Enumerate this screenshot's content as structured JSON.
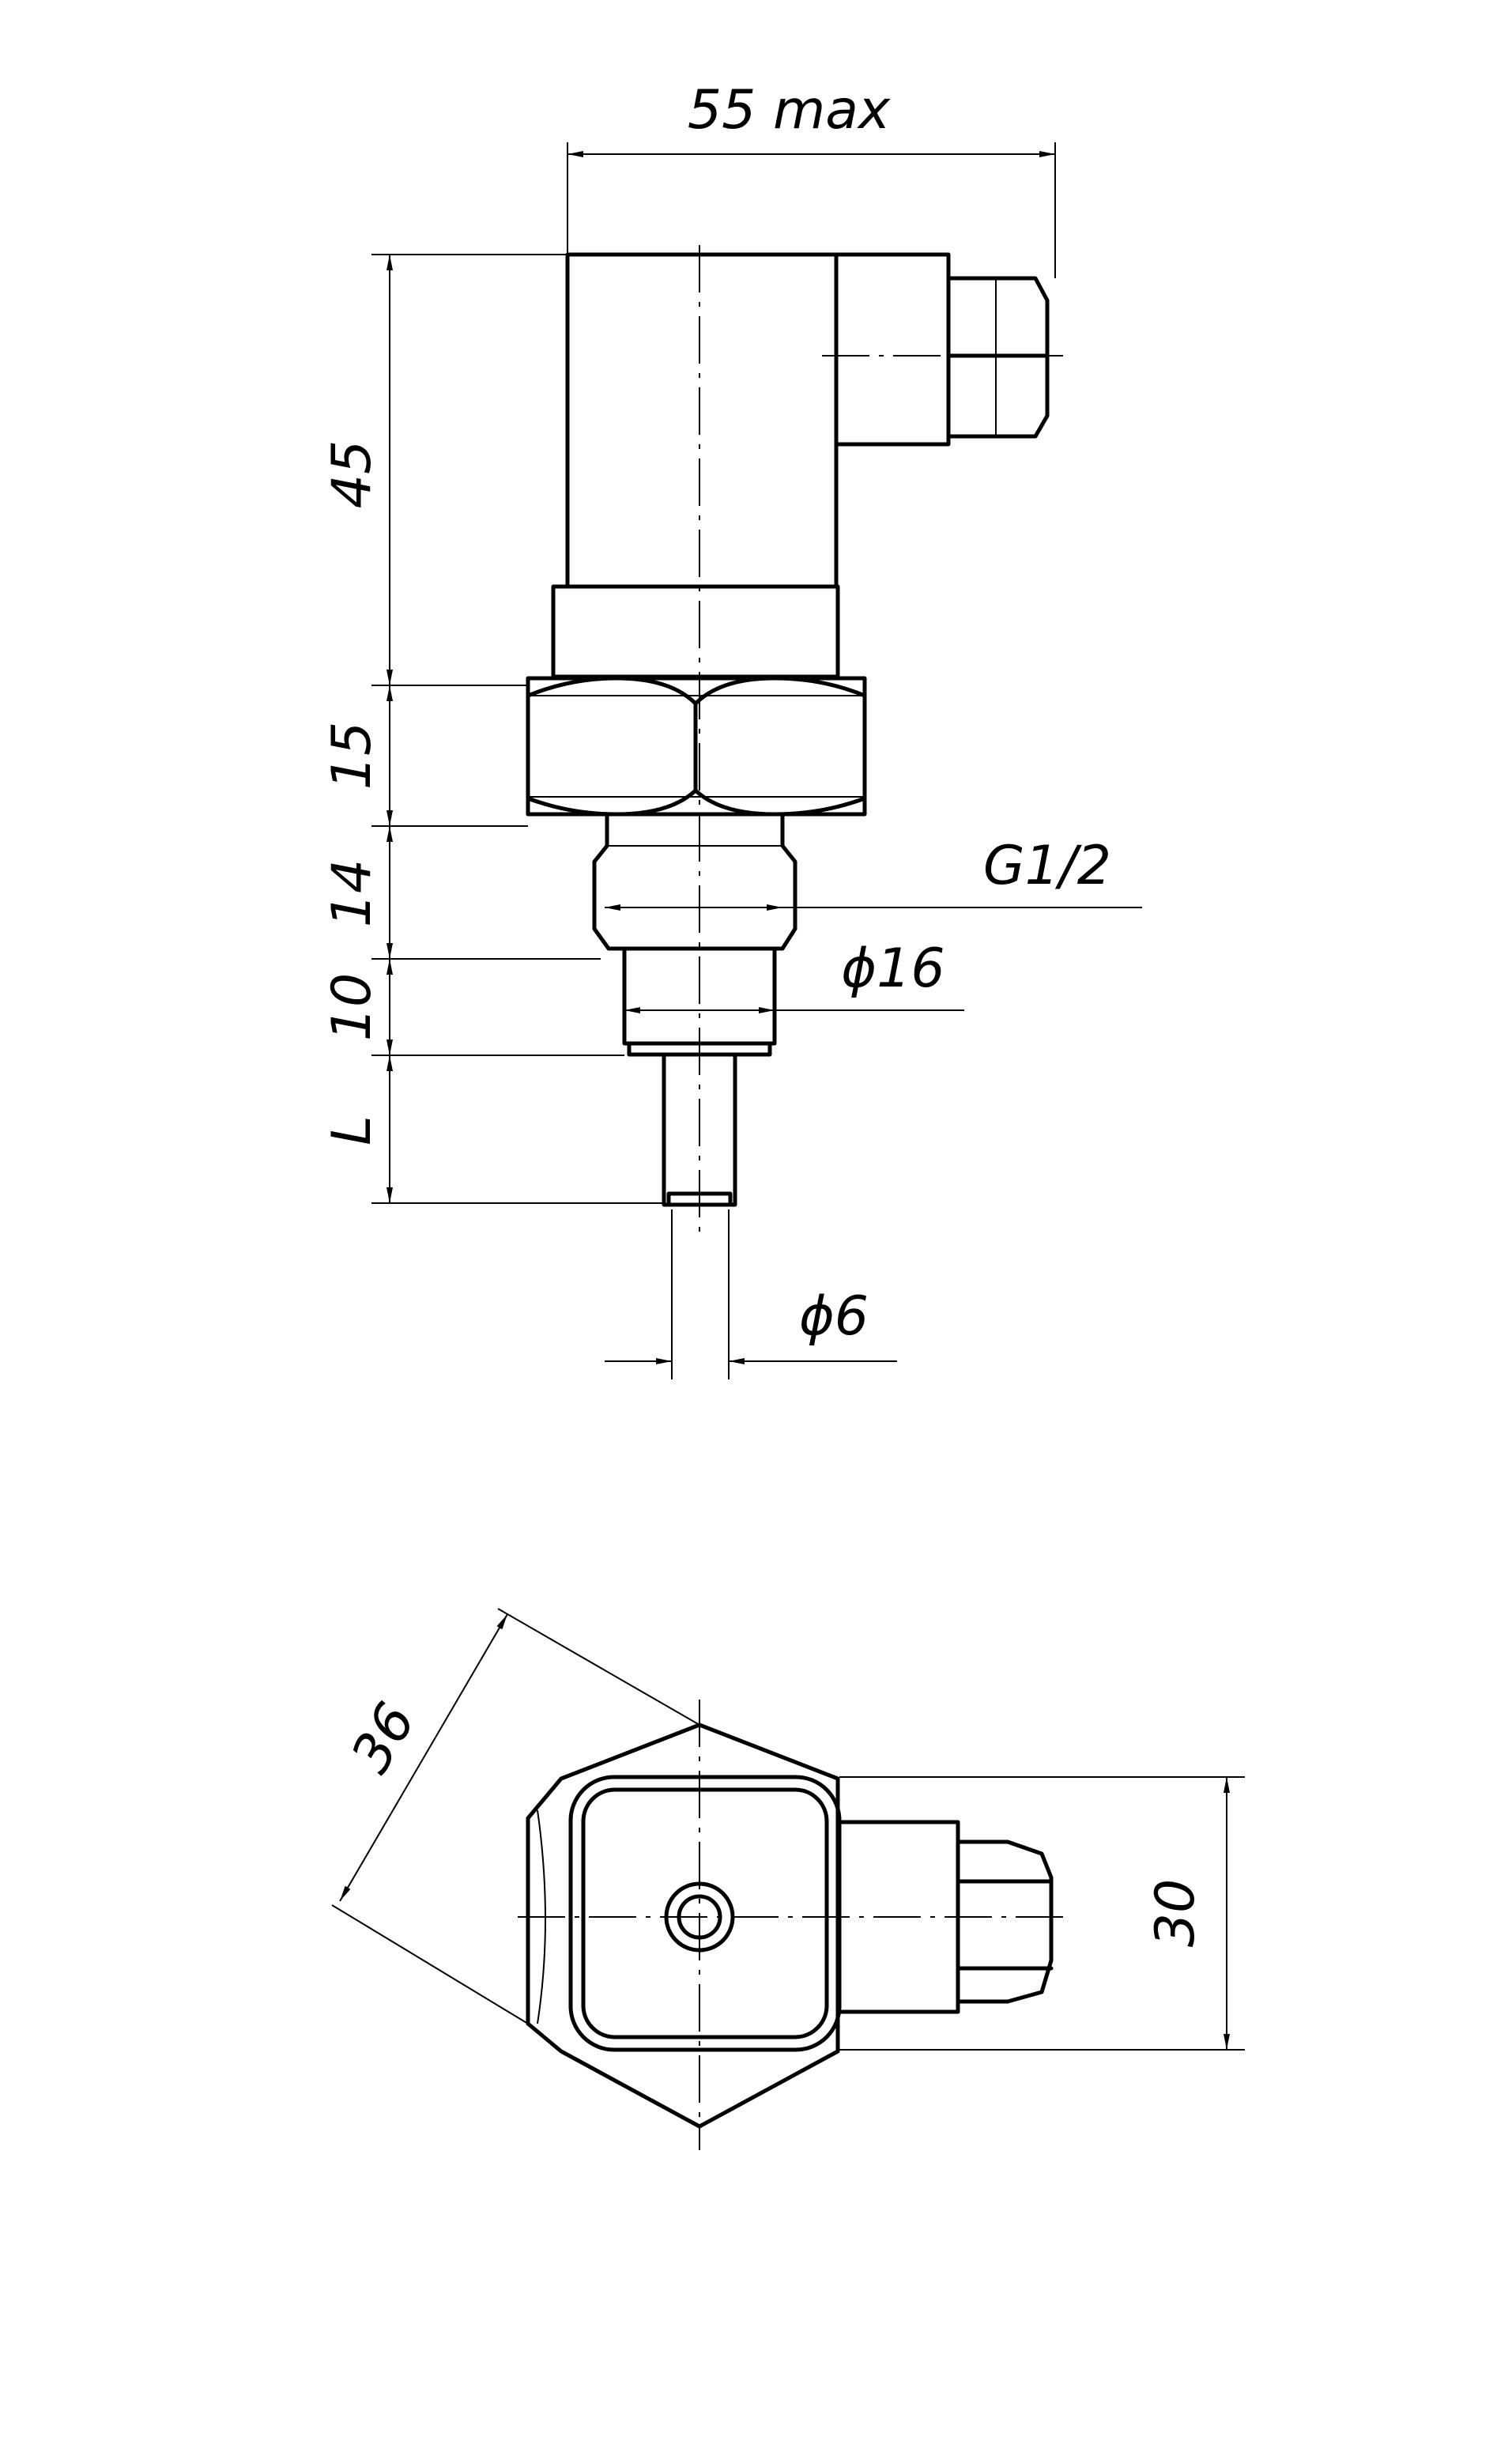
{
  "views": {
    "front": {
      "dimensions": {
        "overall_width": "55 max",
        "housing_height": "45",
        "hex_height": "15",
        "thread_length": "14",
        "neck_length": "10",
        "probe_length": "L",
        "thread_spec": "G1/2",
        "neck_diameter": "ϕ16",
        "probe_diameter": "ϕ6"
      }
    },
    "top": {
      "dimensions": {
        "hex_across_corners": "36",
        "housing_width": "30"
      }
    }
  }
}
